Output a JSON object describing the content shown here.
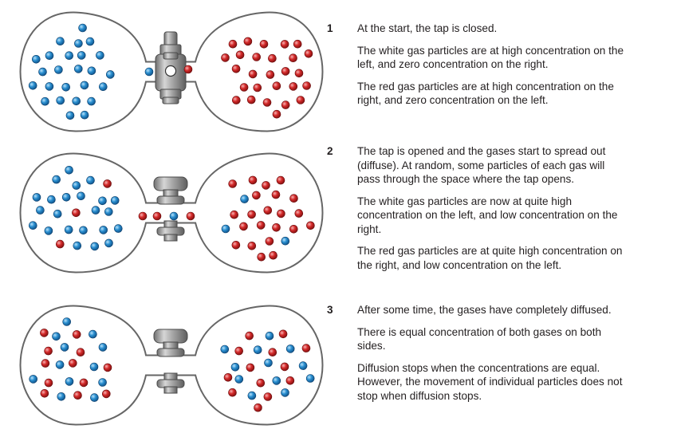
{
  "colors": {
    "blue_particle": "#2a8fd0",
    "red_particle": "#d42a2a",
    "outline": "#666666",
    "tap": "#a9a9a9"
  },
  "steps": [
    {
      "number": "1",
      "tap_state": "closed",
      "paragraphs": [
        "At the start, the tap is closed.",
        "The white gas particles are at high concentration on the left, and zero concentration on the right.",
        "The red gas particles are at high concentration on the right, and zero concentration on the left."
      ]
    },
    {
      "number": "2",
      "tap_state": "open",
      "paragraphs": [
        "The tap is opened and the gases start to spread out (diffuse). At random, some particles of each gas will pass through the space where the tap opens.",
        "The white gas particles are now at quite high concentration on the left, and low concentration on the right.",
        "The red gas particles are at quite high concentration on the right, and low concentration on the left."
      ]
    },
    {
      "number": "3",
      "tap_state": "open",
      "paragraphs": [
        "After some time, the gases have completely diffused.",
        "There is equal concentration of both gases on both sides.",
        "Diffusion stops when the concentrations are equal. However, the movement of individual particles does not stop when diffusion stops."
      ]
    }
  ]
}
